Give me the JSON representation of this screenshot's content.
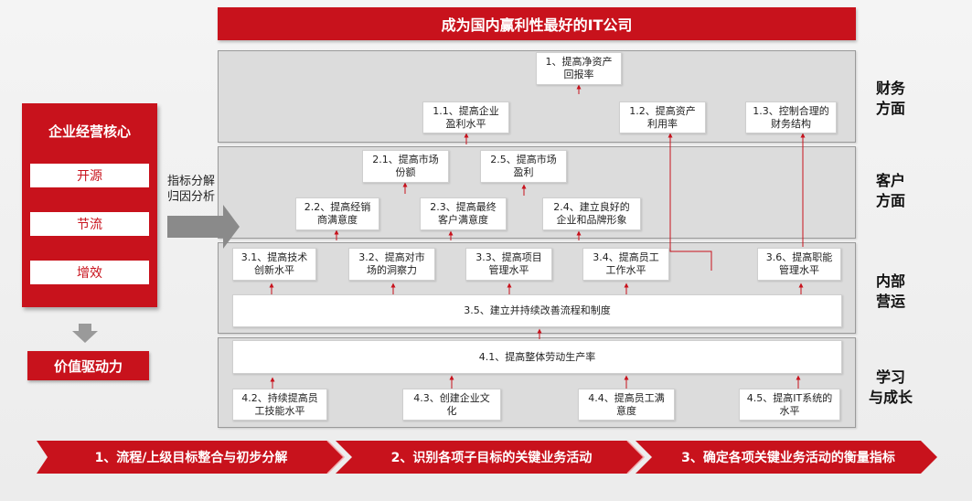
{
  "top_banner": "成为国内赢利性最好的IT公司",
  "core": {
    "title": "企业经营核心",
    "items": [
      "开源",
      "节流",
      "增效"
    ],
    "value_driver": "价值驱动力"
  },
  "method": "指标分解\n归因分析",
  "perspectives": {
    "financial": "财务\n方面",
    "customer": "客户\n方面",
    "internal": "内部\n营运",
    "learning": "学习\n与成长"
  },
  "financial": {
    "f1": "1、提高净资产\n回报率",
    "f11": "1.1、提高企业\n盈利水平",
    "f12": "1.2、提高资产\n利用率",
    "f13": "1.3、控制合理的\n财务结构"
  },
  "customer": {
    "c21": "2.1、提高市场\n份额",
    "c25": "2.5、提高市场\n盈利",
    "c22": "2.2、提高经销\n商满意度",
    "c23": "2.3、提高最终\n客户满意度",
    "c24": "2.4、建立良好的\n企业和品牌形象"
  },
  "internal": {
    "i31": "3.1、提高技术\n创新水平",
    "i32": "3.2、提高对市\n场的洞察力",
    "i33": "3.3、提高项目\n管理水平",
    "i34": "3.4、提高员工\n工作水平",
    "i36": "3.6、提高职能\n管理水平",
    "i35": "3.5、建立并持续改善流程和制度"
  },
  "learning": {
    "l41": "4.1、提高整体劳动生产率",
    "l42": "4.2、持续提高员\n工技能水平",
    "l43": "4.3、创建企业文\n化",
    "l44": "4.4、提高员工满\n意度",
    "l45": "4.5、提高IT系统的\n水平"
  },
  "steps": [
    "1、流程/上级目标整合与初步分解",
    "2、识别各项子目标的关键业务活动",
    "3、确定各项关键业务活动的衡量指标"
  ],
  "colors": {
    "accent": "#c8121c",
    "band": "#dcdcdc",
    "arrow_gray": "#8a8a8a"
  }
}
